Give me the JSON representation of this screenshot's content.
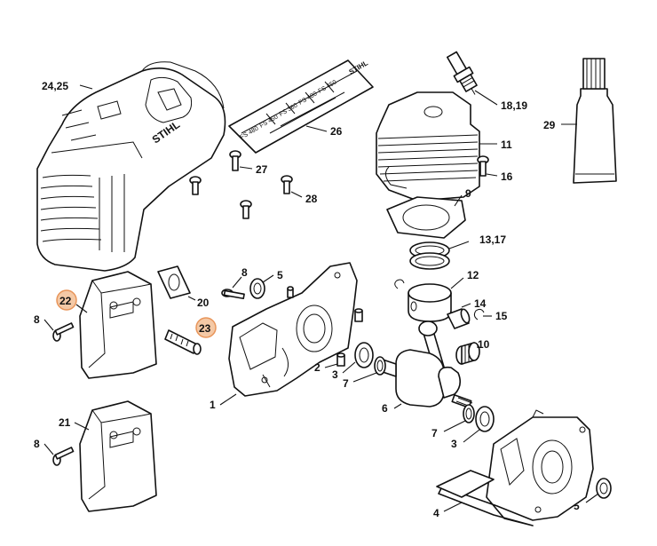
{
  "callouts": {
    "c2425": "24,25",
    "c26": "26",
    "c27": "27",
    "c28": "28",
    "c1819": "18,19",
    "c11": "11",
    "c16": "16",
    "c9": "9",
    "c1317": "13,17",
    "c29": "29",
    "c12": "12",
    "c14": "14",
    "c15": "15",
    "c10": "10",
    "c22": "22",
    "c23": "23",
    "c20": "20",
    "c8a": "8",
    "c8b": "8",
    "c8c": "8",
    "c5a": "5",
    "c5b": "5",
    "c1": "1",
    "c2": "2",
    "c3a": "3",
    "c3b": "3",
    "c7a": "7",
    "c7b": "7",
    "c6": "6",
    "c21": "21",
    "c4": "4"
  },
  "decal": {
    "brand": "STIHL",
    "rows": [
      "FS 450",
      "FS 480",
      "FS 360",
      "FS 450",
      "FS 480"
    ]
  },
  "shroud_logo": "STIHL",
  "colors": {
    "highlight_fill": "#f4c9a6",
    "highlight_stroke": "#e8955a"
  }
}
